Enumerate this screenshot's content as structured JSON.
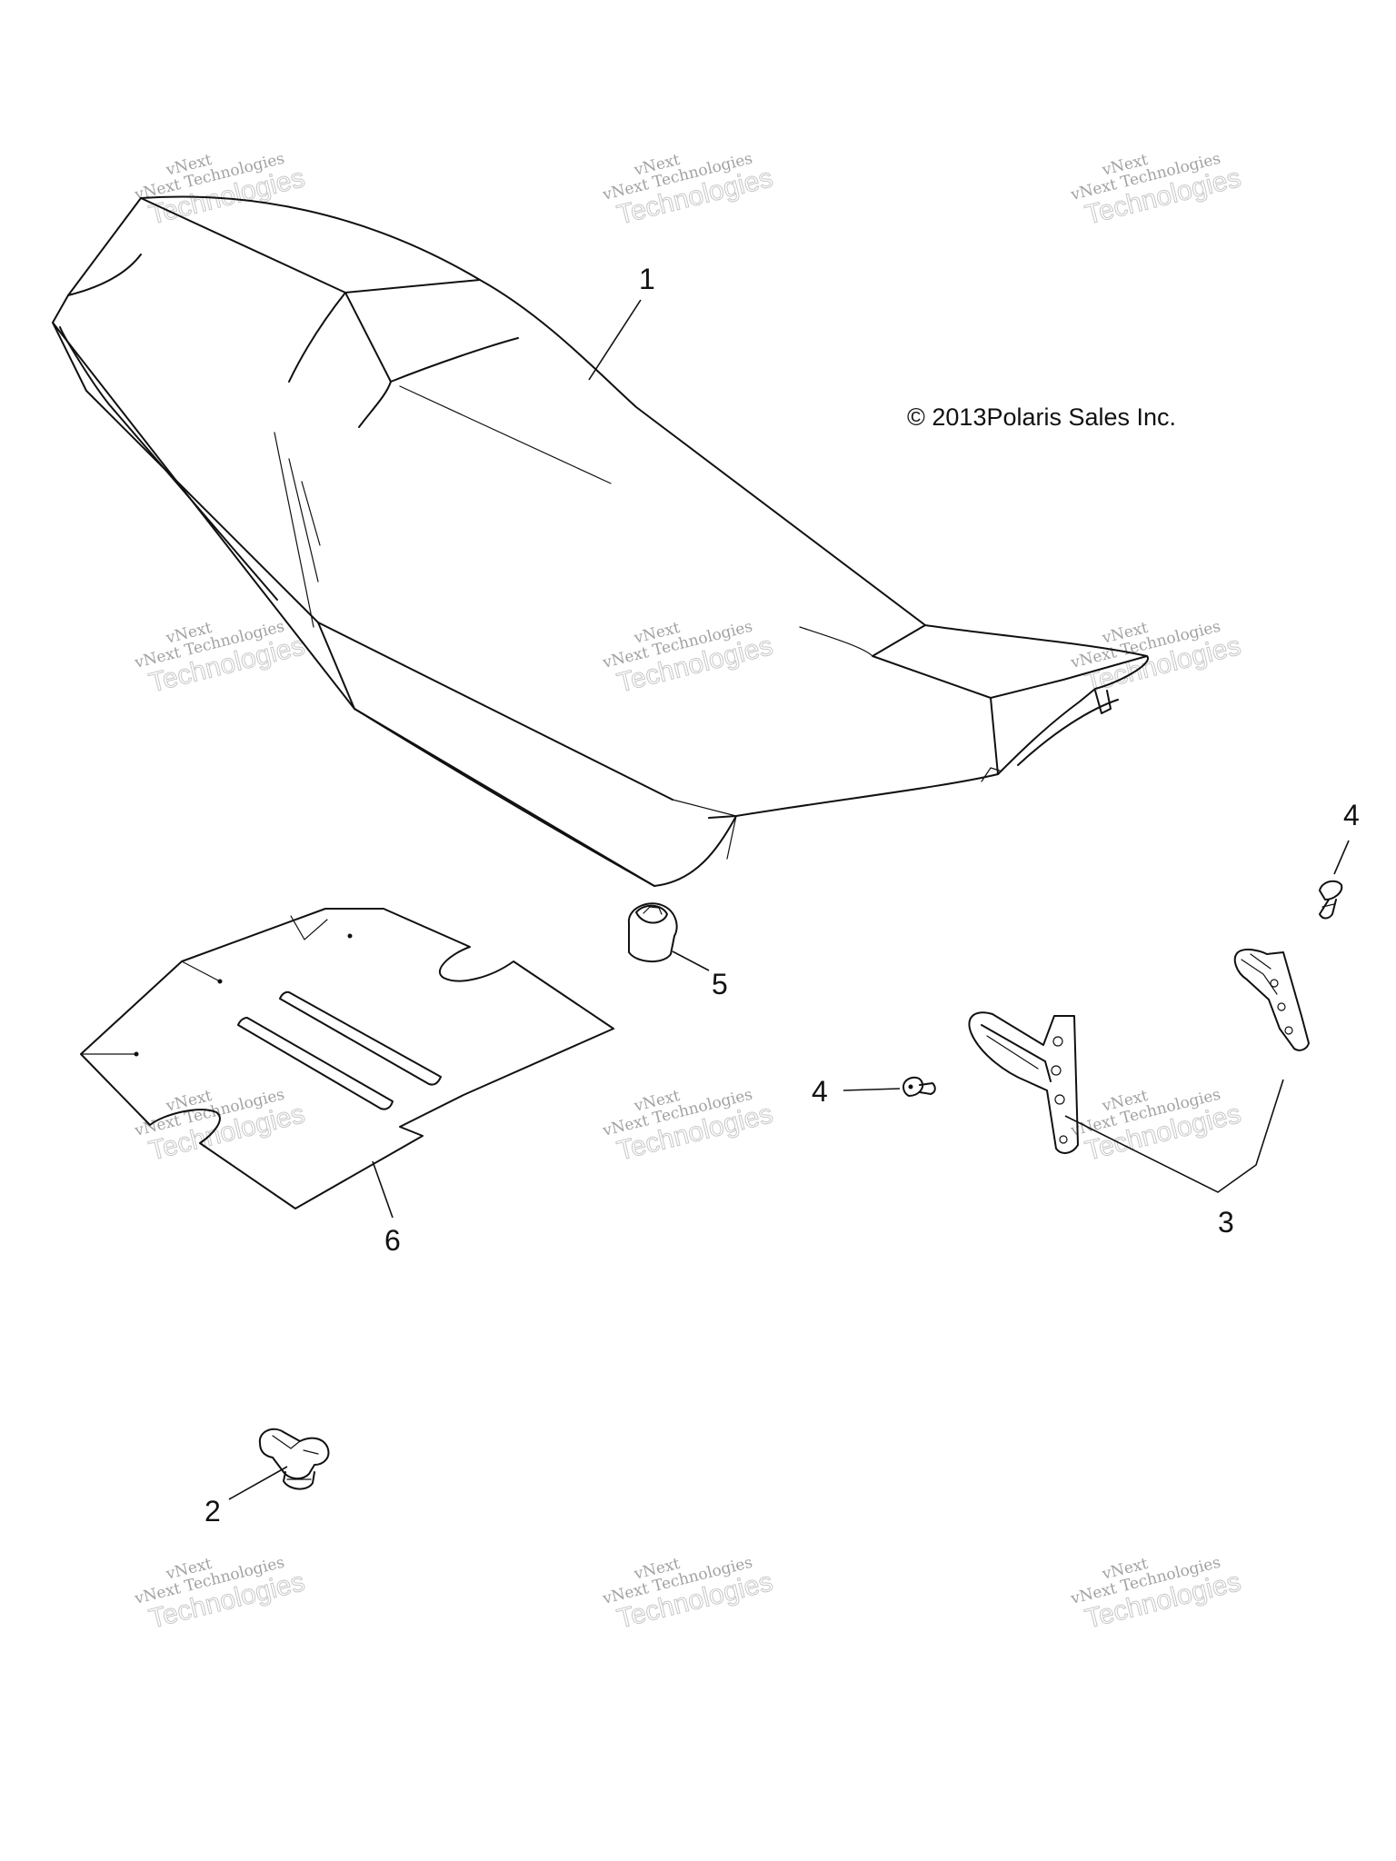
{
  "copyright": "© 2013Polaris Sales Inc.",
  "watermark": {
    "brand": "vNext",
    "line": "vNext Technologies",
    "big": "Technologies"
  },
  "callouts": {
    "seat": "1",
    "clip": "2",
    "hinge_bracket": "3",
    "screw_upper": "4",
    "screw_lower": "4",
    "bumper": "5",
    "pad": "6"
  },
  "parts": [
    {
      "callout": "1",
      "icon": "seat-icon"
    },
    {
      "callout": "2",
      "icon": "clip-icon"
    },
    {
      "callout": "3",
      "icon": "hinge-bracket-icon"
    },
    {
      "callout": "4",
      "icon": "screw-icon"
    },
    {
      "callout": "5",
      "icon": "rubber-bumper-icon"
    },
    {
      "callout": "6",
      "icon": "seat-pad-icon"
    }
  ],
  "colors": {
    "line": "#111111",
    "watermark": "#9a9a9a",
    "background": "#ffffff"
  }
}
